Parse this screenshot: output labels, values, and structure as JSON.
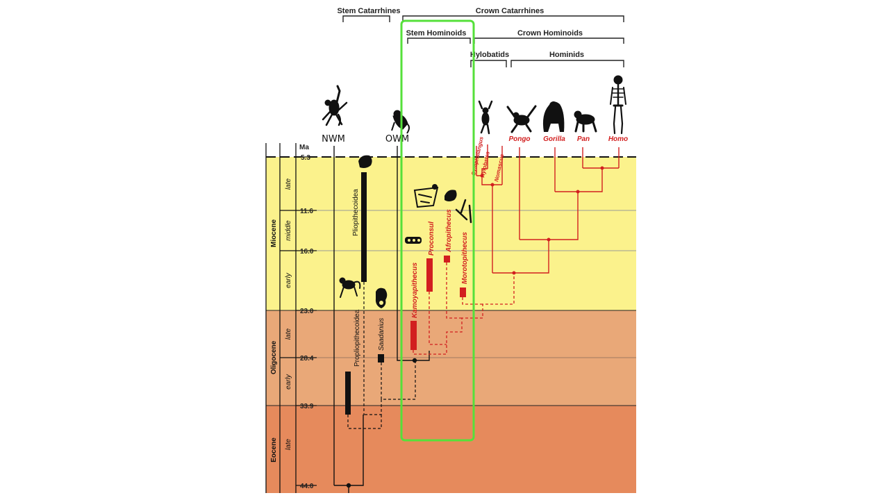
{
  "headers": {
    "stem_catarrhines": "Stem Catarrhines",
    "crown_catarrhines": "Crown Catarrhines",
    "stem_hominoids": "Stem Hominoids",
    "crown_hominoids": "Crown Hominoids",
    "hylobatids": "Hylobatids",
    "hominids": "Hominids"
  },
  "groups": {
    "nwm": "NWM",
    "owm": "OWM"
  },
  "axis": {
    "unit": "Ma",
    "ticks": [
      "5.3",
      "11.6",
      "16.0",
      "23.0",
      "28.4",
      "33.9",
      "44.0"
    ]
  },
  "epochs": {
    "miocene": "Miocene",
    "oligocene": "Oligocene",
    "eocene": "Eocene"
  },
  "subepochs": {
    "miocene_late": "late",
    "miocene_middle": "middle",
    "miocene_early": "early",
    "oligocene_late": "late",
    "oligocene_early": "early",
    "eocene_late": "late"
  },
  "taxa_black": {
    "pliopithecoidea": "Pliopithecoidea",
    "propliopithecoidea": "Propliopithecoidea",
    "saadanius": "Saadanius"
  },
  "taxa_red": {
    "kamoyapithecus": "Kamoyapithecus",
    "proconsul": "Proconsul",
    "afropithecus": "Afropithecus",
    "morotopithecus": "Morotopithecus",
    "symphalangus": "Symphalangus",
    "hylobates": "Hylobates",
    "nomascus": "Nomascus",
    "pongo": "Pongo",
    "gorilla": "Gorilla",
    "pan": "Pan",
    "homo": "Homo"
  },
  "colors": {
    "miocene_band": "#fbf28c",
    "oligocene_band": "#e9a878",
    "eocene_band": "#e68a5c",
    "red_lineage": "#d21f1f",
    "highlight_box": "#55e03a"
  },
  "icons": [
    "nwm-monkey-icon",
    "owm-monkey-icon",
    "hylobatid-gibbon-icon",
    "pongo-orangutan-icon",
    "gorilla-icon",
    "pan-chimp-icon",
    "homo-skeleton-icon",
    "pliopithecoid-skull-icon",
    "propliopithecoid-monkey-icon",
    "saadanius-skull-icon",
    "proconsul-skeleton-icon",
    "afropithecus-skull-icon",
    "morotopithecus-bone-icon",
    "kamoyapithecus-jaw-icon"
  ]
}
